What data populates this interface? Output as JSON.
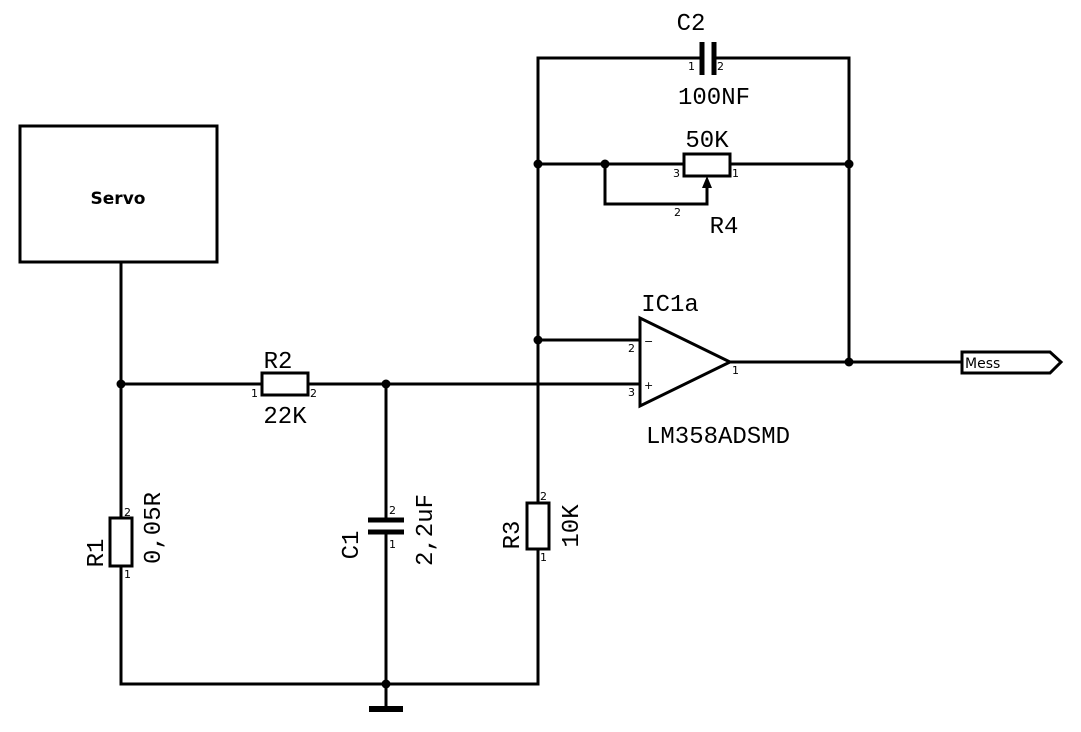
{
  "servo": {
    "label": "Servo"
  },
  "components": {
    "r1": {
      "ref": "R1",
      "value": "0,05R",
      "pin_top": "2",
      "pin_bottom": "1"
    },
    "r2": {
      "ref": "R2",
      "value": "22K",
      "pin_left": "1",
      "pin_right": "2"
    },
    "r3": {
      "ref": "R3",
      "value": "10K",
      "pin_top": "2",
      "pin_bottom": "1"
    },
    "r4": {
      "ref": "R4",
      "value": "50K",
      "pin_left": "3",
      "pin_right": "1",
      "pin_wiper": "2"
    },
    "c1": {
      "ref": "C1",
      "value": "2,2uF",
      "pin_top": "2",
      "pin_bottom": "1"
    },
    "c2": {
      "ref": "C2",
      "value": "100NF",
      "pin_left": "1",
      "pin_right": "2"
    },
    "ic1a": {
      "ref": "IC1a",
      "part": "LM358ADSMD",
      "pin_inv": "2",
      "pin_noninv": "3",
      "pin_out": "1",
      "sign_inv": "−",
      "sign_noninv": "+"
    }
  },
  "output_port": {
    "label": "Mess"
  }
}
